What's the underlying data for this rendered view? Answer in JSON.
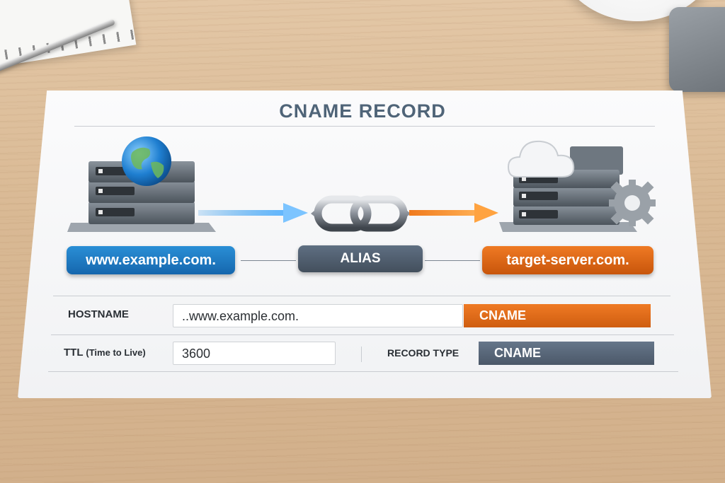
{
  "diagram": {
    "title": "CNAME RECORD",
    "source_label": "www.example.com.",
    "alias_label": "ALIAS",
    "target_label": "target-server.com."
  },
  "form": {
    "hostname_label": "HOSTNAME",
    "hostname_value": "..www.example.com.",
    "hostname_type_value": "CNAME",
    "ttl_label": "TTL",
    "ttl_sub": "(Time to Live)",
    "ttl_value": "3600",
    "record_type_label": "RECORD TYPE",
    "record_type_value": "CNAME"
  },
  "colors": {
    "source_blue": "#1a73bf",
    "alias_gray": "#4f5d6e",
    "target_orange": "#e06a14",
    "title": "#4f6478"
  },
  "icons": [
    "globe-icon",
    "server-stack-icon",
    "chain-link-icon",
    "cloud-icon",
    "gear-icon",
    "arrow-right-icon"
  ]
}
